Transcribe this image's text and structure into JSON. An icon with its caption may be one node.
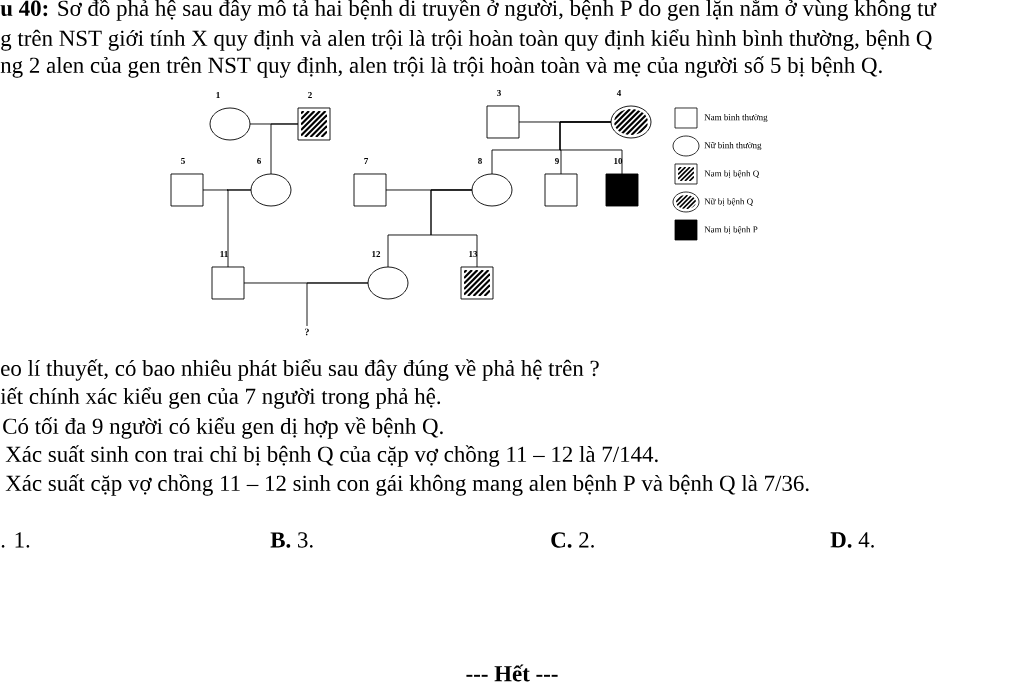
{
  "diagram": {
    "nodes": [
      {
        "text": [],
        "shape": "circle",
        "beside": [
          "1"
        ]
      },
      {
        "text": [],
        "shape": "box",
        "beside": [
          "2"
        ]
      },
      {
        "text": [],
        "shape": "box",
        "beside": [
          "3"
        ]
      },
      {
        "text": [],
        "shape": "circle",
        "beside": [
          "4"
        ]
      },
      {
        "text": [],
        "shape": "box",
        "beside": [
          "5"
        ]
      },
      {
        "text": [],
        "shape": "circle",
        "beside": [
          "6"
        ]
      },
      {
        "text": [],
        "shape": "box",
        "beside": [
          "7"
        ]
      },
      {
        "text": [],
        "shape": "circle",
        "beside": [
          "8"
        ]
      },
      {
        "text": [],
        "shape": "box",
        "beside": [
          "9"
        ]
      },
      {
        "text": [],
        "shape": "box",
        "beside": [
          "10"
        ]
      },
      {
        "text": [],
        "shape": "box",
        "beside": [
          "11"
        ]
      },
      {
        "text": [],
        "shape": "circle",
        "beside": [
          "12"
        ]
      },
      {
        "text": [],
        "shape": "box",
        "beside": [
          "13"
        ]
      },
      {
        "text": [
          "?"
        ]
      }
    ],
    "edges": [
      {
        "from": 0,
        "to": 1,
        "arrow": "none"
      },
      {
        "from": 1,
        "to": 5,
        "arrow": "none"
      },
      {
        "from": 2,
        "to": 3,
        "arrow": "none"
      },
      {
        "from": 3,
        "to": 7,
        "arrow": "none"
      },
      {
        "from": 3,
        "to": 8,
        "arrow": "none"
      },
      {
        "from": 3,
        "to": 9,
        "arrow": "none"
      },
      {
        "from": 4,
        "to": 5,
        "arrow": "none"
      },
      {
        "from": 5,
        "to": 10,
        "arrow": "none"
      },
      {
        "from": 6,
        "to": 7,
        "arrow": "none"
      },
      {
        "from": 7,
        "to": 11,
        "arrow": "none"
      },
      {
        "from": 7,
        "to": 12,
        "arrow": "none"
      },
      {
        "from": 10,
        "to": 11,
        "arrow": "none"
      },
      {
        "from": 11,
        "to": 13,
        "arrow": "none"
      }
    ],
    "labels": [
      "**u 40:** Sơ đồ phả hệ sau đây mô tả hai bệnh di truyền ở người, bệnh  P do gen lặn nằm ở vùng không tư",
      "g trên  NST giới tính X quy định và alen trội là trội hoàn toàn quy định kiểu hình bình thường,  bệnh Q",
      "ng 2 alen của gen trên NST quy định, alen trội là trội hoàn toàn và mẹ của người số 5 bị bệnh Q.",
      "eo lí thuyết, có bao nhiêu phát biểu sau đây đúng về phả hệ trên ?",
      "iết chính xác kiểu gen của 7 người trong phả hệ.",
      "Có tối đa 9 người có kiểu gen dị hợp về bệnh Q.",
      "Xác suất sinh con trai chỉ bị bệnh Q của cặp vợ chồng 11 – 12 là 7/144.",
      "Xác suất cặp vợ chồng 11 – 12 sinh con gái không mang alen bệnh P và bệnh Q là 7/36.",
      ". 1.",
      "**B.** 3.",
      "**C.** 2.",
      "**D.** 4.",
      "--- Hết ---"
    ],
    "legend": [
      {
        "text": "Nam bình thường"
      },
      {
        "text": "Nữ bình thường"
      },
      {
        "text": "Nam bị bệnh Q"
      },
      {
        "text": "Nữ bị bệnh Q"
      },
      {
        "text": "Nam bị bệnh P"
      }
    ]
  }
}
